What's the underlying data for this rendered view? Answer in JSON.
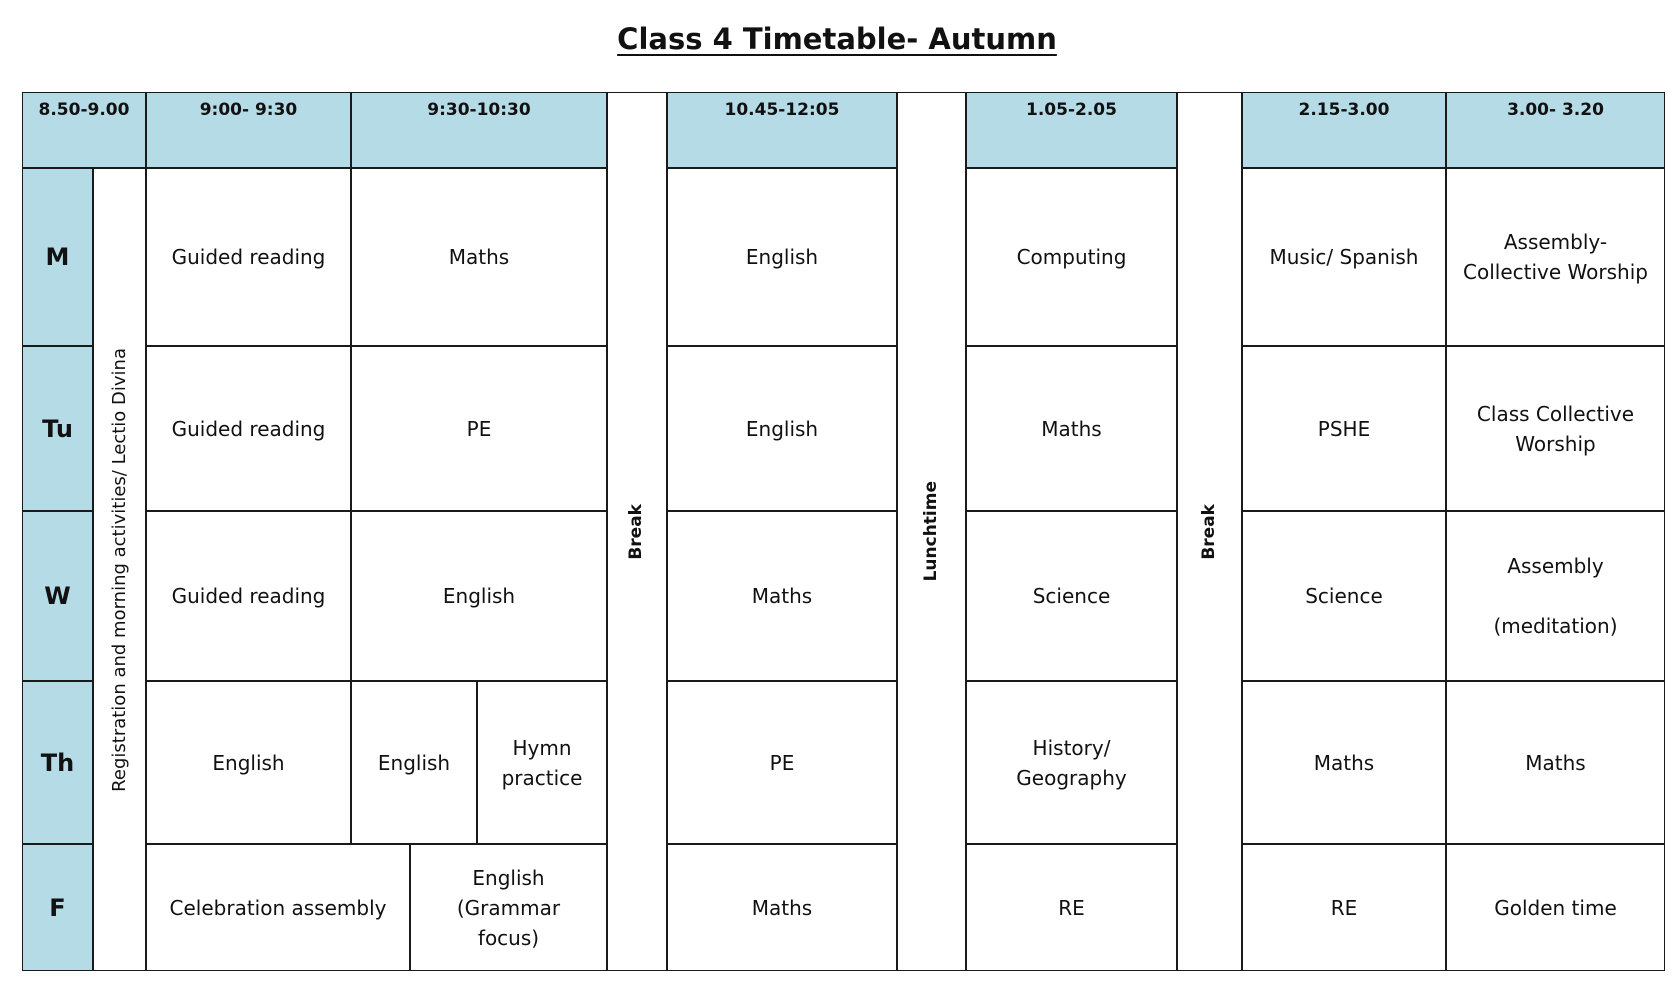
{
  "title": "Class 4 Timetable- Autumn",
  "colors": {
    "header_bg": "#b5dbe6",
    "border": "#1a1a1a"
  },
  "headers": [
    "8.50-9.00",
    "9:00- 9:30",
    "9:30-10:30",
    "10.45-12:05",
    "1.05-2.05",
    "2.15-3.00",
    "3.00- 3.20"
  ],
  "days": [
    "M",
    "Tu",
    "W",
    "Th",
    "F"
  ],
  "registration": "Registration and morning activities/ Lectio Divina",
  "breaks": {
    "morning": "Break",
    "lunch": "Lunchtime",
    "afternoon": "Break"
  },
  "rows": {
    "mon": [
      "Guided reading",
      "Maths",
      "English",
      "Computing",
      "Music/ Spanish",
      "Assembly-\nCollective Worship"
    ],
    "tue": [
      "Guided reading",
      "PE",
      "English",
      "Maths",
      "PSHE",
      "Class Collective\nWorship"
    ],
    "wed": [
      "Guided reading",
      "English",
      "Maths",
      "Science",
      "Science",
      "Assembly\n\n(meditation)"
    ],
    "thu": [
      "English",
      "English",
      "Hymn\npractice",
      "PE",
      "History/\nGeography",
      "Maths",
      "Maths"
    ],
    "fri": [
      "Celebration assembly",
      "English\n(Grammar\nfocus)",
      "Maths",
      "RE",
      "RE",
      "Golden time"
    ]
  }
}
